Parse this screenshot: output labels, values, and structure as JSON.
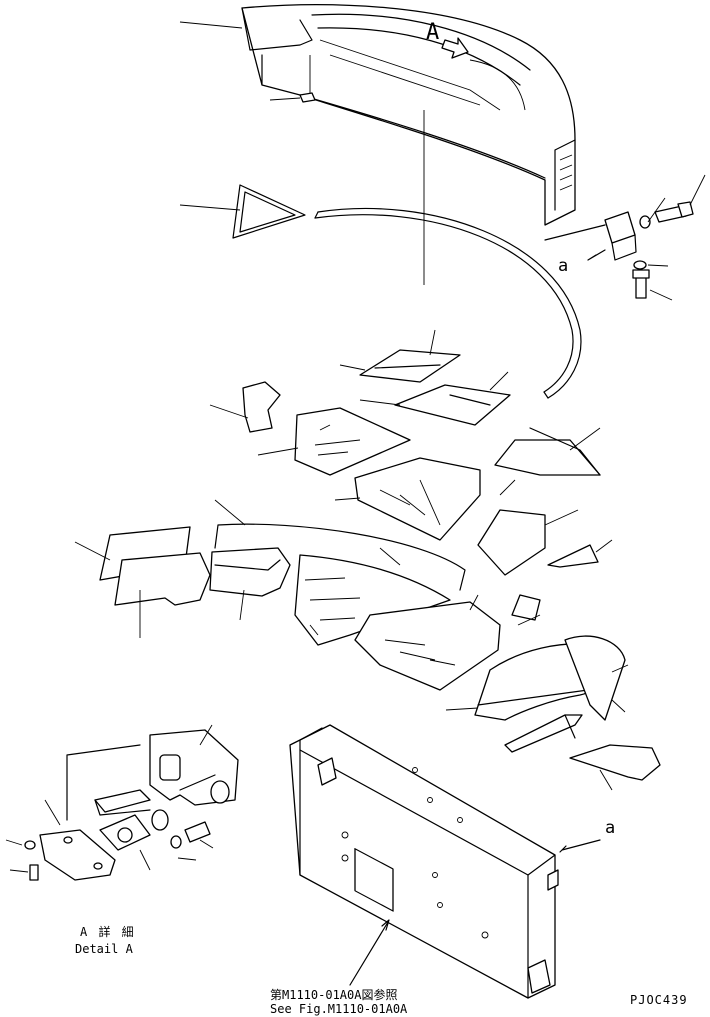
{
  "callouts": {
    "view_a": "A",
    "ref_a_left": "a",
    "ref_a_right": "a"
  },
  "detail": {
    "title_jp": "A 詳 細",
    "title_en": "Detail A"
  },
  "reference": {
    "jp": "第M1110-01A0A図参照",
    "en": "See Fig.M1110-01A0A"
  },
  "figure_code": "PJOC439"
}
